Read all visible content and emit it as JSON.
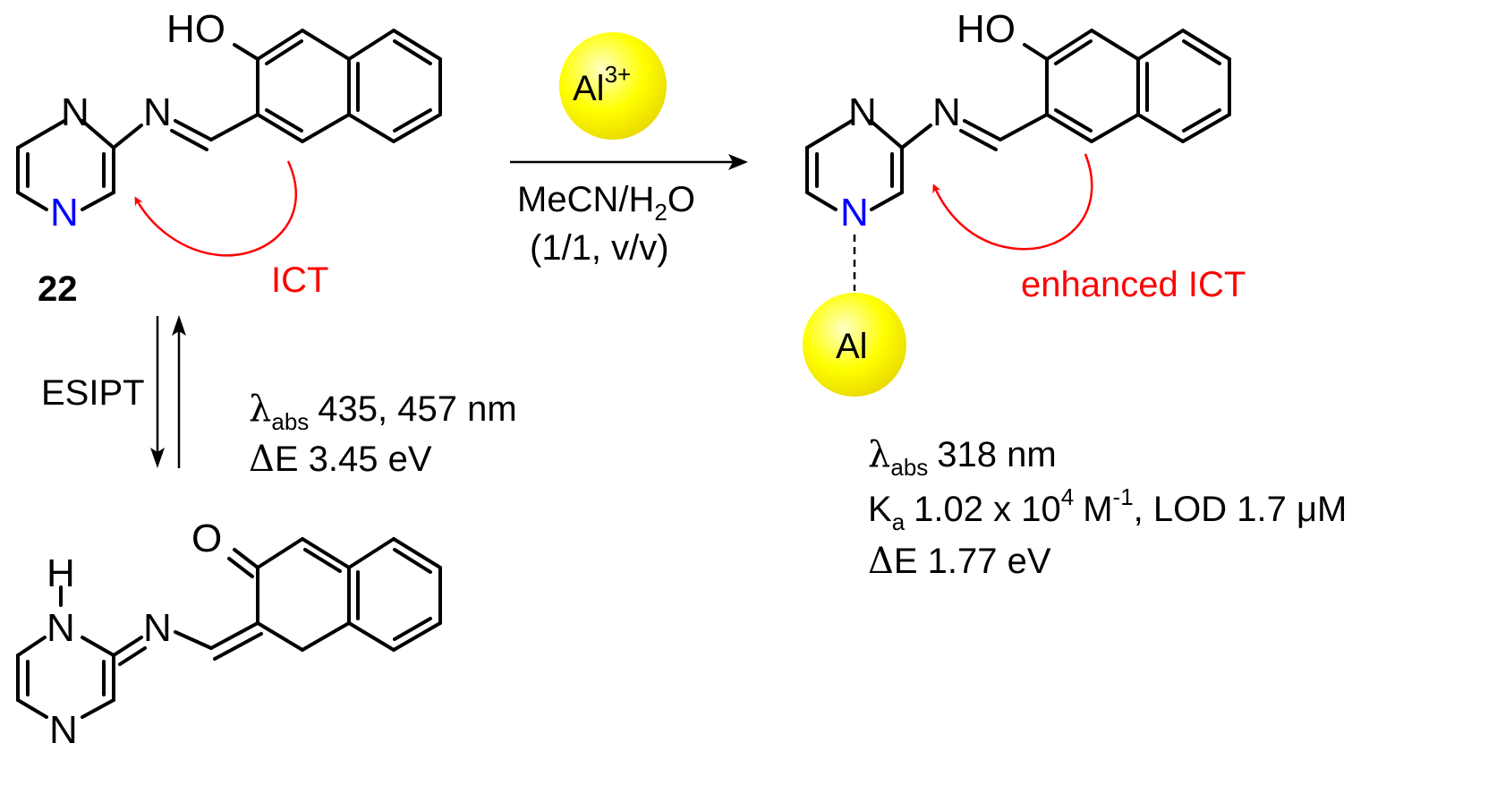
{
  "reactant": {
    "label": "22",
    "atoms": {
      "hydroxyl": "HO",
      "ring_n_top": "N",
      "ring_n_bottom": "N",
      "imine_n": "N"
    },
    "process": "ICT"
  },
  "reagent": {
    "ion_symbol": "Al",
    "ion_charge": "3+",
    "solvent_a": "MeCN/H",
    "solvent_sub": "2",
    "solvent_b": "O",
    "ratio": "(1/1, v/v)"
  },
  "product": {
    "atoms": {
      "hydroxyl": "HO",
      "ring_n_top": "N",
      "ring_n_bottom": "N",
      "imine_n": "N"
    },
    "metal": "Al",
    "process": "enhanced ICT",
    "props": {
      "lambda_symbol": "λ",
      "abs_sub": "abs",
      "abs_value": "318 nm",
      "ka_symbol": "K",
      "ka_sub": "a",
      "ka_value": "1.02 x 10",
      "ka_exp": "4",
      "ka_unit": "M",
      "ka_unit_exp": "-1",
      "lod": ", LOD  1.7 μM",
      "delta_symbol": "Δ",
      "de": "E 1.77 eV"
    }
  },
  "equilibrium": {
    "label": "ESIPT",
    "lambda_symbol": "λ",
    "abs_sub": "abs",
    "abs_value": "435, 457 nm",
    "delta_symbol": "Δ",
    "de": "E 3.45 eV"
  },
  "tautomer": {
    "atoms": {
      "keto_o": "O",
      "nh_h": "H",
      "nh_n": "N",
      "imine_n": "N",
      "ring_n_bottom": "N"
    }
  },
  "colors": {
    "ion_fill": "#ffff00",
    "ict_arrow": "#ff0000",
    "ring_nitrogen": "#0000ff"
  }
}
